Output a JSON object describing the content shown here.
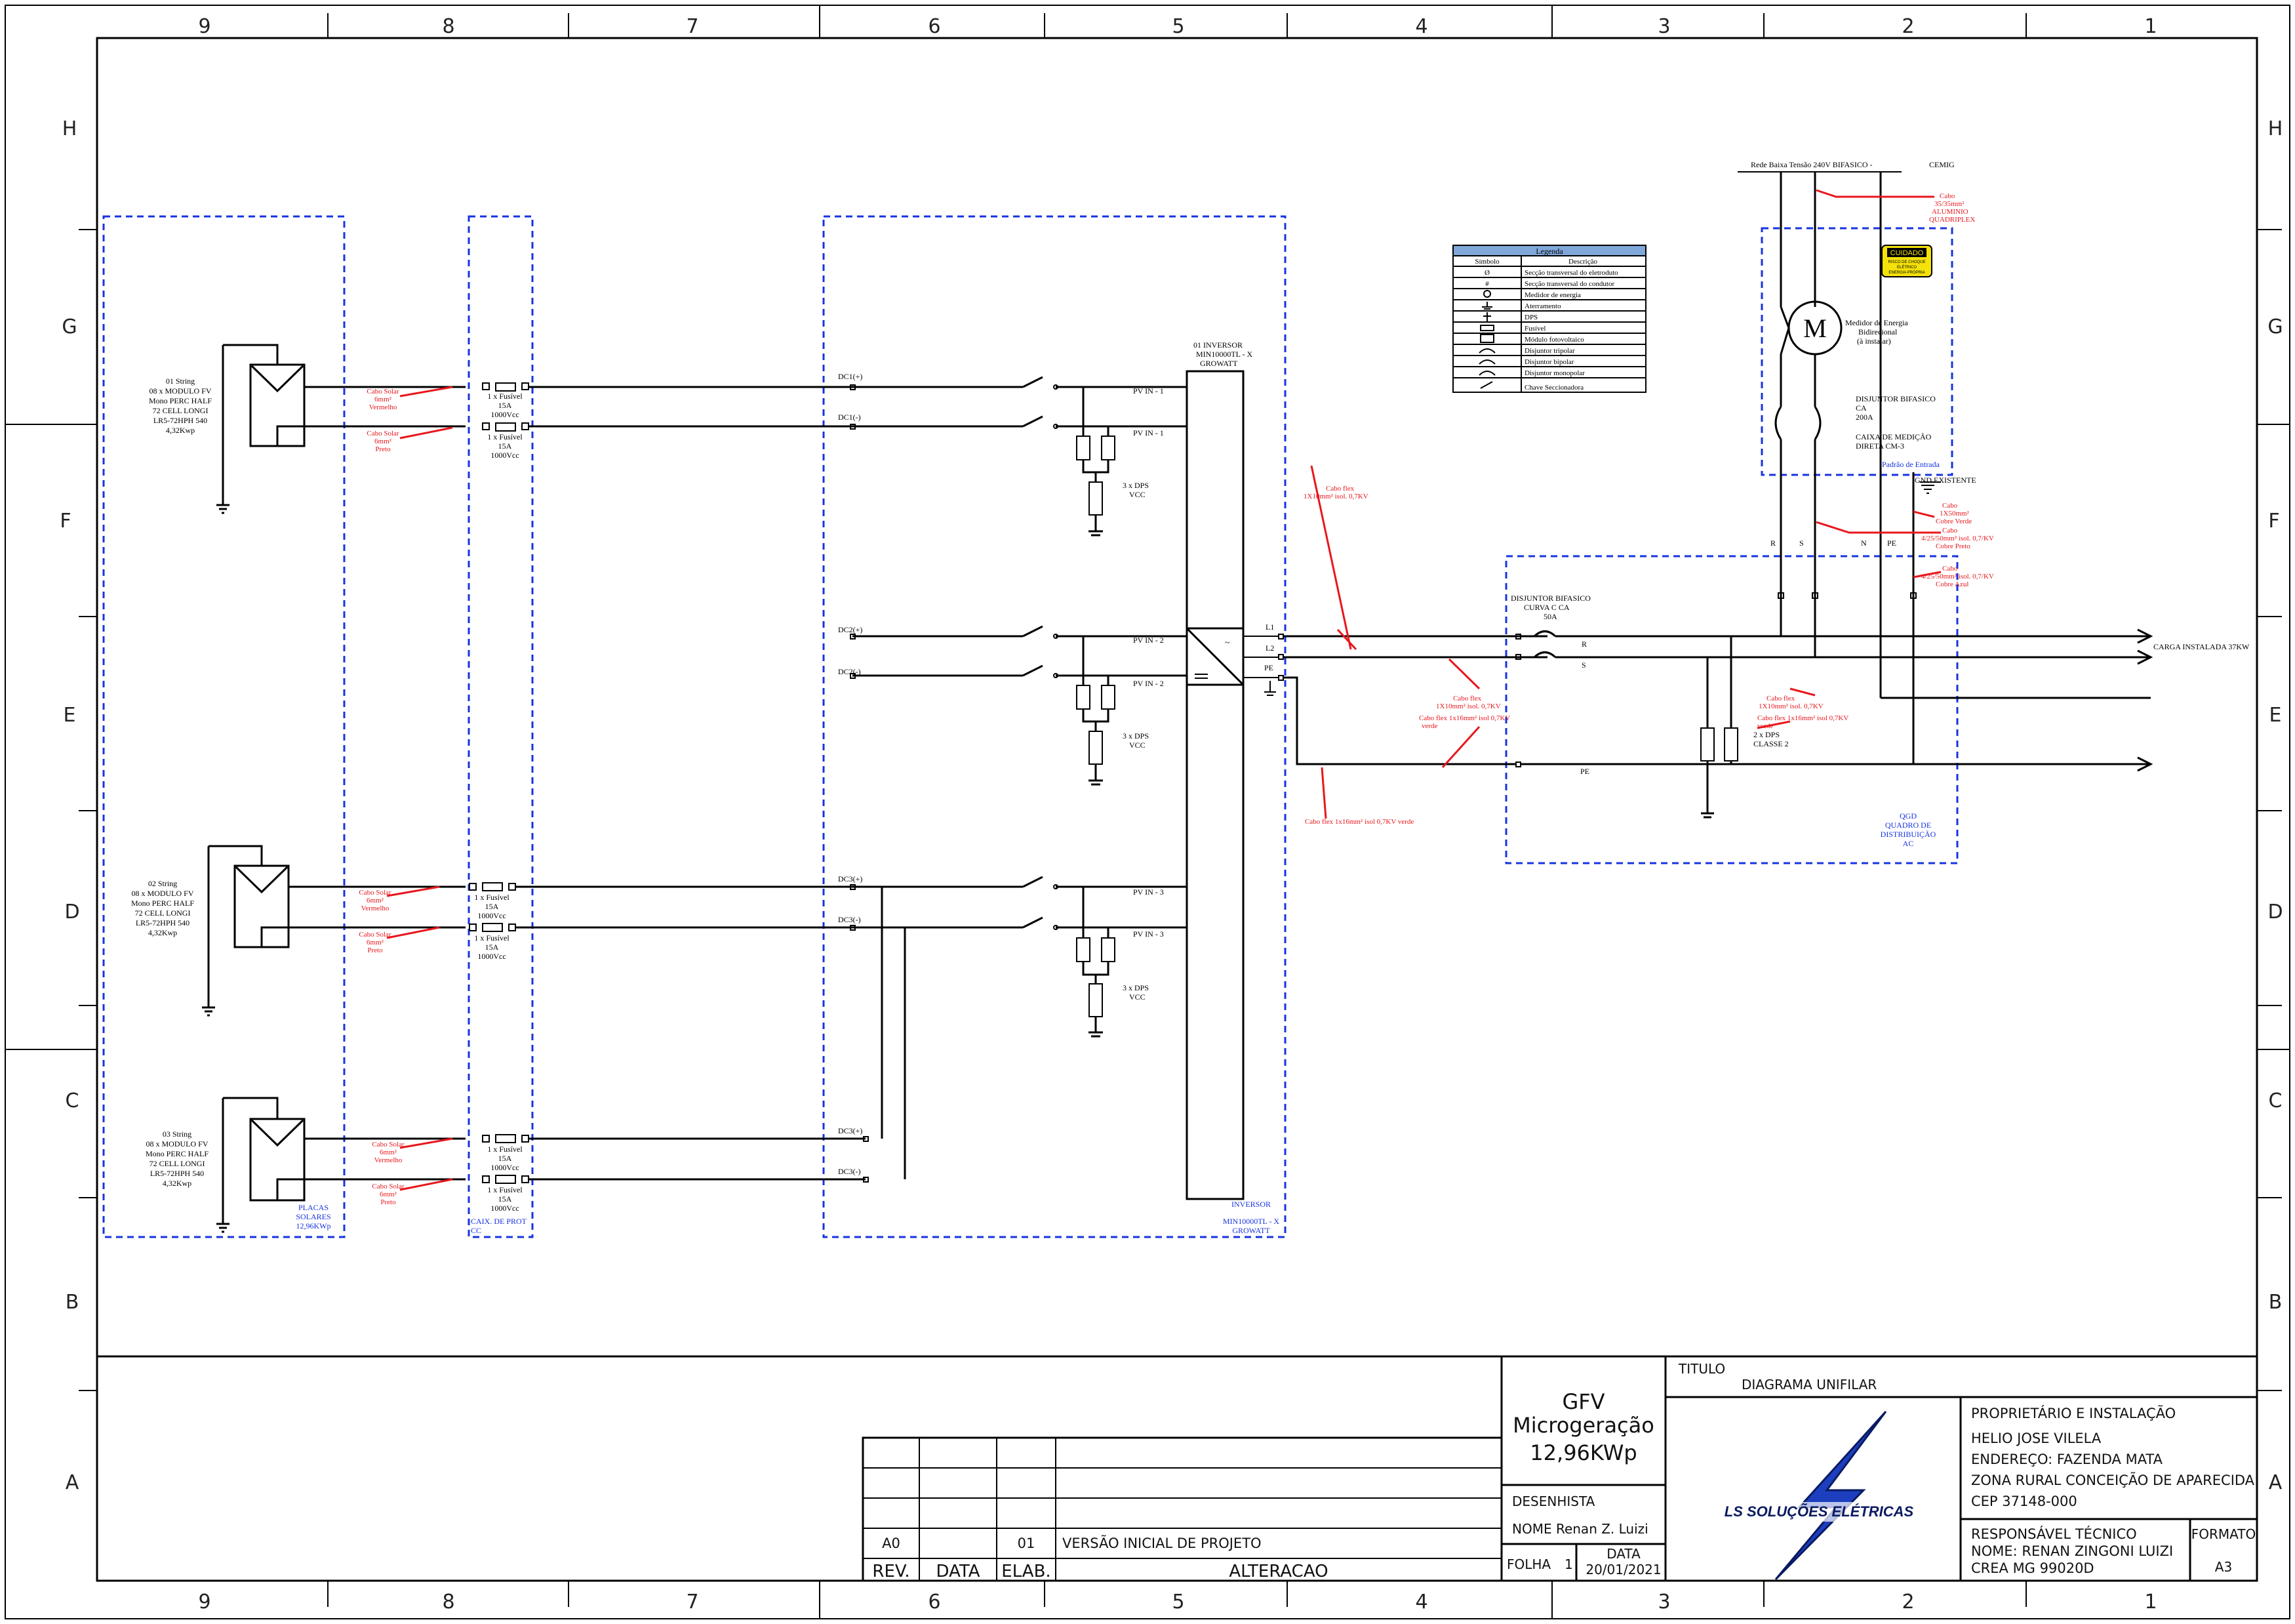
{
  "zones": {
    "columns": [
      "9",
      "8",
      "7",
      "6",
      "5",
      "4",
      "3",
      "2",
      "1"
    ],
    "rows": [
      "H",
      "G",
      "F",
      "E",
      "D",
      "C",
      "B",
      "A"
    ]
  },
  "strings": [
    {
      "lines": [
        "01 String",
        "08 x MODULO FV",
        "Mono PERC HALF",
        "72 CELL LONGI",
        "LR5-72HPH 540",
        "4,32Kwp"
      ]
    },
    {
      "lines": [
        "02 String",
        "08 x MODULO FV",
        "Mono PERC HALF",
        "72 CELL LONGI",
        "LR5-72HPH 540",
        "4,32Kwp"
      ]
    },
    {
      "lines": [
        "03 String",
        "08 x MODULO FV",
        "Mono PERC HALF",
        "72 CELL LONGI",
        "LR5-72HPH 540",
        "4,32Kwp"
      ]
    }
  ],
  "cable_solar_red": [
    "Cabo Solar",
    "6mm²",
    "Vermelho"
  ],
  "cable_solar_black": [
    "Cabo Solar",
    "6mm²",
    "Preto"
  ],
  "fuse_label": [
    "1 x Fusível",
    "15A",
    "1000Vcc"
  ],
  "groups": {
    "placas": [
      "PLACAS",
      "SOLARES",
      "12,96KWp"
    ],
    "caixa": [
      "CAIX. DE PROT",
      "CC"
    ],
    "inversor": [
      "INVERSOR",
      "MIN10000TL - X",
      "GROWATT"
    ],
    "qgd": [
      "QGD",
      "QUADRO DE",
      "DISTRIBUIÇÃO",
      "AC"
    ],
    "padrao": "Padrão de Entrada"
  },
  "dc_inputs": [
    "DC1(+)",
    "DC1(-)",
    "DC2(+)",
    "DC2(-)",
    "DC3(+)",
    "DC3(-)",
    "DC3(+)",
    "DC3(-)"
  ],
  "pv_inputs": [
    "PV IN - 1",
    "PV IN - 1",
    "PV IN - 2",
    "PV IN - 2",
    "PV IN - 3",
    "PV IN - 3"
  ],
  "dps_cc": [
    "3 x DPS",
    "VCC"
  ],
  "inverter_title": [
    "01 INVERSOR",
    "MIN10000TL - X",
    "GROWATT"
  ],
  "inverter_outputs": [
    "L1",
    "L2",
    "PE"
  ],
  "legend": {
    "title": "Legenda",
    "headers": [
      "Símbolo",
      "Descrição"
    ],
    "rows": [
      "Secção transversal do eletroduto",
      "Secção transversal do condutor",
      "Medidor de energia",
      "Aterramento",
      "DPS",
      "Fusível",
      "Módulo fotovoltaico",
      "Disjuntor tripolar",
      "Disjuntor bipolar",
      "Disjuntor monopolar",
      "Chave Seccionadora"
    ],
    "header_color": "#7fa7d9"
  },
  "grid": {
    "network": "Rede Baixa Tensão 240V BIFASICO -",
    "utility": "CEMIG",
    "cable_alum": [
      "Cabo",
      "35/35mm²",
      "ALUMINIO",
      "QUADRIPLEX"
    ],
    "warning": [
      "CUIDADO",
      "RISCO DE CHOQUE",
      "ELÉTRICO",
      "ENERGIA PRÓPRIA"
    ],
    "meter": [
      "Medidor de Energia",
      "Bidirecional",
      "(à instalar)"
    ],
    "breaker": [
      "DISJUNTOR BIFASICO",
      "CA",
      "200A"
    ],
    "box": [
      "CAIXA DE MEDIÇÃO",
      "DIRETA CM-3"
    ],
    "gnd": "GND EXISTENTE",
    "cable_green": [
      "Cabo",
      "1X50mm²",
      "Cobre Verde"
    ],
    "cable_black": [
      "Cabo",
      "4/25/50mm² isol. 0,7/KV",
      "Cobre Preto"
    ],
    "cable_blue": [
      "Cabo",
      "4/25/50mm² isol. 0,7/KV",
      "Cobre Azul"
    ],
    "phase_labels": [
      "R",
      "S",
      "N",
      "PE"
    ]
  },
  "qgd": {
    "breaker": [
      "DISJUNTOR BIFASICO",
      "CURVA C CA",
      "50A"
    ],
    "lines": [
      "R",
      "S",
      "PE"
    ],
    "dps": [
      "2 x DPS",
      "CLASSE 2"
    ],
    "load": "CARGA INSTALADA 37KW",
    "cable_flex_top": [
      "Cabo flex",
      "1X10mm² isol. 0,7KV"
    ],
    "cable_flex_phase": [
      "Cabo flex",
      "1X10mm² isol. 0,7KV"
    ],
    "cable_flex_green": [
      "Cabo flex 1x16mm² isol 0,7KV",
      "verde"
    ],
    "cable_flex_pe": "Cabo flex 1x16mm² isol 0,7KV verde",
    "cable_flex_dps": [
      "Cabo flex",
      "1X10mm² isol. 0,7KV"
    ],
    "cable_flex_dps2": [
      "Cabo flex 1x16mm² isol 0,7KV",
      "verde"
    ]
  },
  "titleblock": {
    "gfv": [
      "GFV",
      "Microgeração",
      "12,96KWp"
    ],
    "titulo_label": "TITULO",
    "titulo": "DIAGRAMA UNIFILAR",
    "desenhista_label": "DESENHISTA",
    "desenhista": "NOME Renan Z. Luizi",
    "folha_label": "FOLHA",
    "folha": "1",
    "data_label": "DATA",
    "data": "20/01/2021",
    "proprietario_label": "PROPRIETÁRIO E INSTALAÇÃO",
    "proprietario": [
      "HELIO JOSE VILELA",
      "ENDEREÇO: FAZENDA MATA",
      "ZONA RURAL CONCEIÇÃO DE APARECIDA",
      "CEP 37148-000"
    ],
    "responsavel_label": "RESPONSÁVEL TÉCNICO",
    "responsavel": [
      "NOME: RENAN ZINGONI LUIZI",
      "CREA   MG 99020D"
    ],
    "formato_label": "FORMATO",
    "formato": "A3",
    "logo_text": "LS SOLUÇÕES ELÉTRICAS",
    "rev": {
      "rev": "A0",
      "elab": "01",
      "alteracao": "VERSÃO INICIAL DE PROJETO"
    },
    "rev_headers": [
      "REV.",
      "DATA",
      "ELAB.",
      "ALTERACAO"
    ]
  }
}
